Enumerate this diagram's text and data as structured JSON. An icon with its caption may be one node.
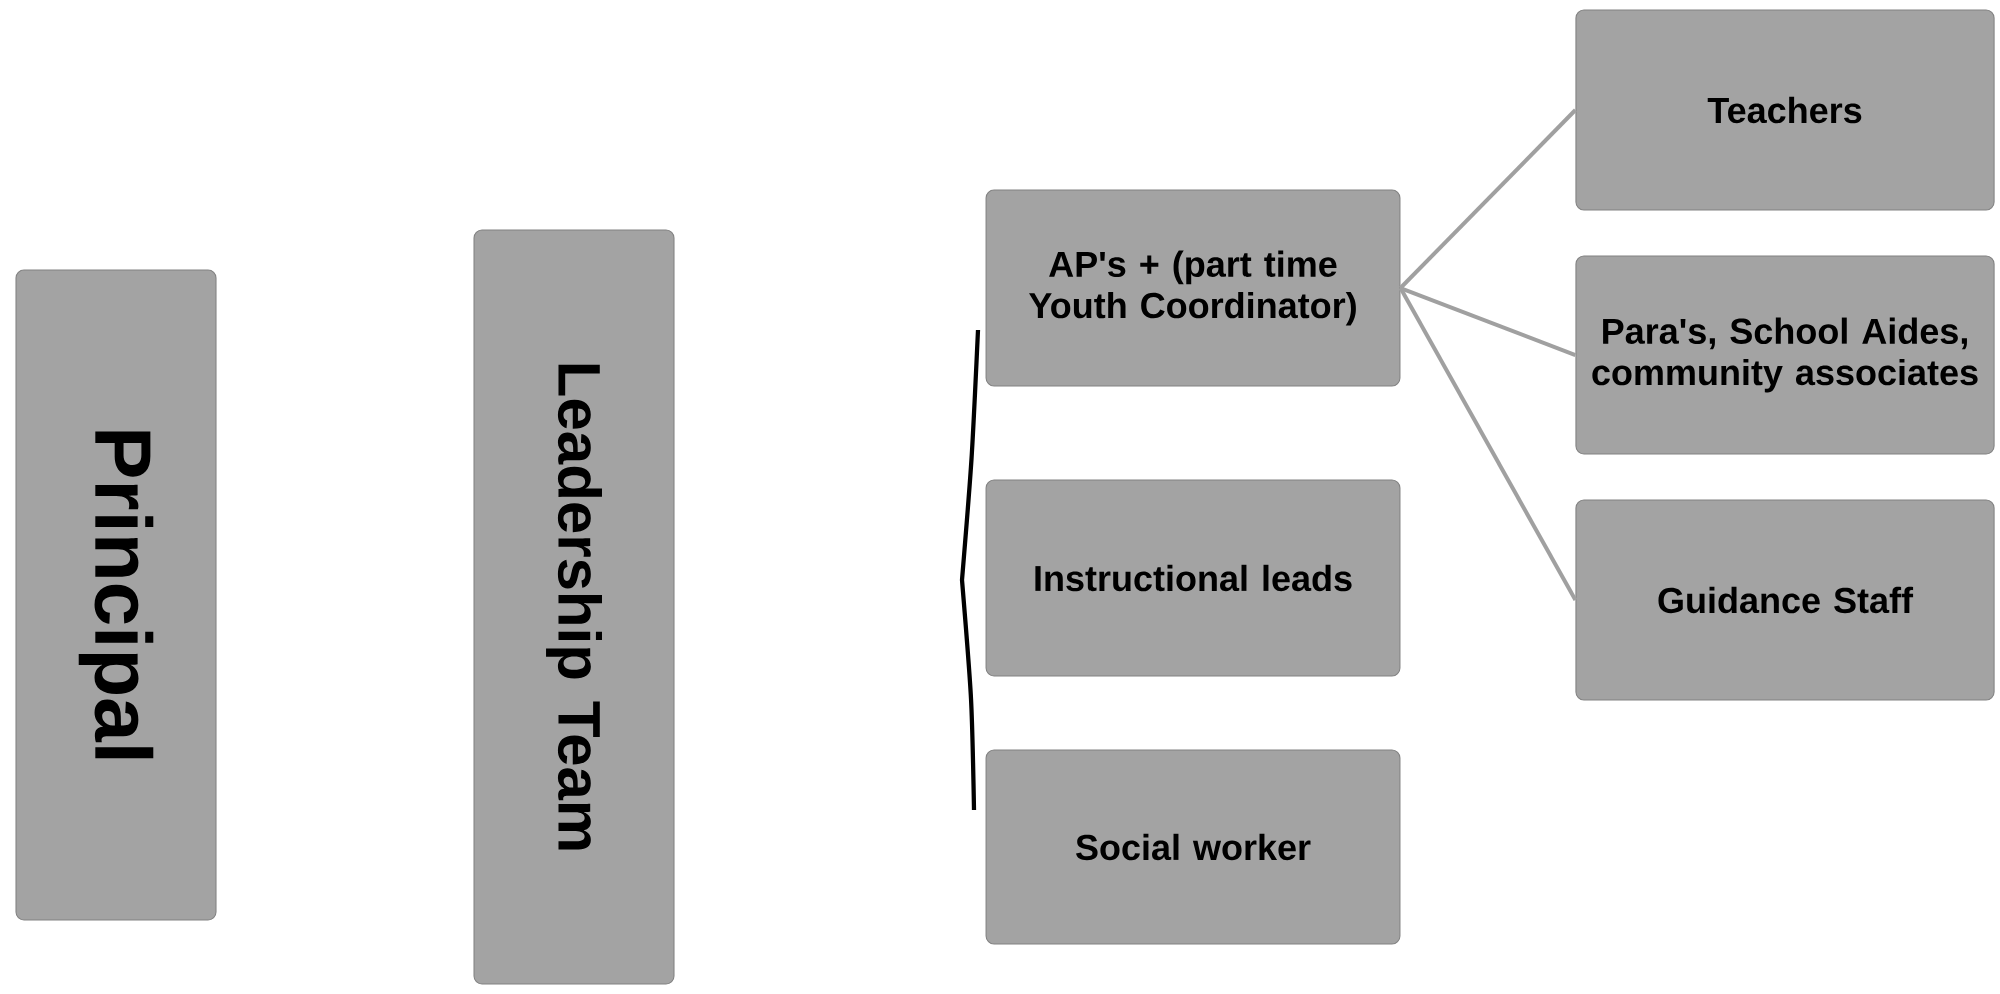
{
  "diagram": {
    "nodes": [
      {
        "text": [
          "Principal"
        ]
      },
      {
        "text": [
          "Leadership Team"
        ]
      },
      {
        "text": [
          "AP's + (part time Youth Coordinator)"
        ]
      },
      {
        "text": [
          "Instructional leads"
        ]
      },
      {
        "text": [
          "Social worker"
        ]
      },
      {
        "text": [
          "Teachers"
        ]
      },
      {
        "text": [
          "Para's, School Aides, community associates"
        ]
      },
      {
        "text": [
          "Guidance Staff"
        ]
      }
    ],
    "edges": [
      {
        "from": 2,
        "to": 5,
        "arrow": "none"
      },
      {
        "from": 2,
        "to": 6,
        "arrow": "none"
      },
      {
        "from": 2,
        "to": 7,
        "arrow": "none"
      }
    ]
  }
}
